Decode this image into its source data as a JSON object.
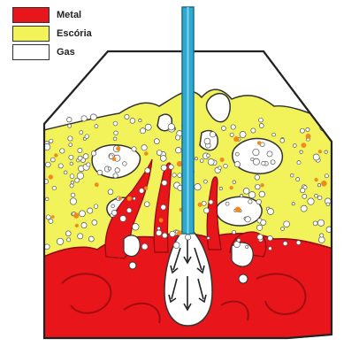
{
  "legend": [
    {
      "label": "Metal",
      "color": "#e8161b"
    },
    {
      "label": "Escória",
      "color": "#f2f25a"
    },
    {
      "label": "Gas",
      "color": "#ffffff"
    }
  ],
  "colors": {
    "metal": "#e8161b",
    "metal_dark": "#b50d12",
    "slag": "#f2f25a",
    "gas": "#ffffff",
    "lance": "#2fa9cf",
    "outline": "#222222"
  }
}
